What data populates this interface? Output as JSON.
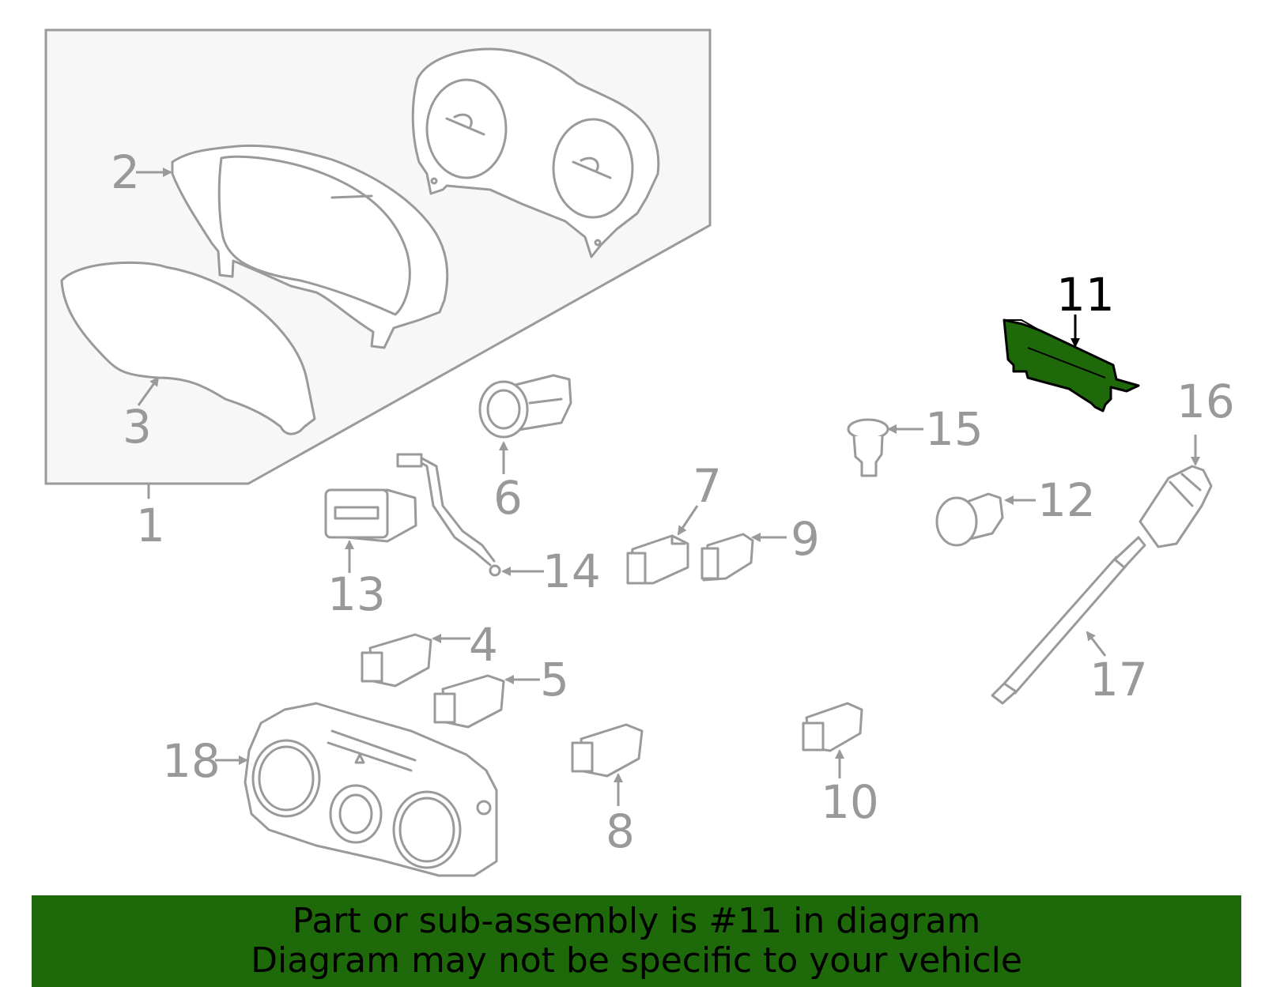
{
  "highlight_color": "#1e6a0a",
  "labels": {
    "p1": "1",
    "p2": "2",
    "p3": "3",
    "p4": "4",
    "p5": "5",
    "p6": "6",
    "p7": "7",
    "p8": "8",
    "p9": "9",
    "p10": "10",
    "p11": "11",
    "p12": "12",
    "p13": "13",
    "p14": "14",
    "p15": "15",
    "p16": "16",
    "p17": "17",
    "p18": "18"
  },
  "banner": {
    "line1": "Part or sub-assembly is #11 in diagram",
    "line2": "Diagram may not be specific to your vehicle"
  }
}
